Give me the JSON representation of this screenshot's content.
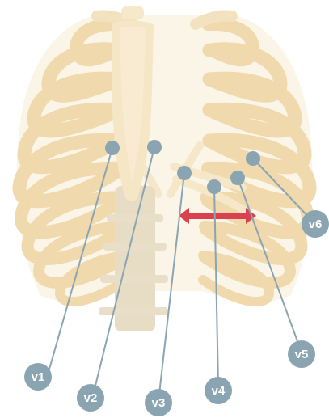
{
  "diagram": {
    "subject": "rib-cage-anterior-view",
    "colors": {
      "bone": "#f2dfb7",
      "bone_shadow": "#e3cfa4",
      "spine": "#e7dcc4",
      "sternum": "#f5e6c6",
      "lead_marker": "#8ba4b1",
      "lead_line": "#8ba4b1",
      "arrow": "#d9414f"
    },
    "arrow": {
      "icon": "double-headed-arrow",
      "color": "#d9414f"
    },
    "leads": [
      {
        "id": "v1",
        "label": "v1"
      },
      {
        "id": "v2",
        "label": "v2"
      },
      {
        "id": "v3",
        "label": "v3"
      },
      {
        "id": "v4",
        "label": "v4"
      },
      {
        "id": "v5",
        "label": "v5"
      },
      {
        "id": "v6",
        "label": "v6"
      }
    ]
  }
}
